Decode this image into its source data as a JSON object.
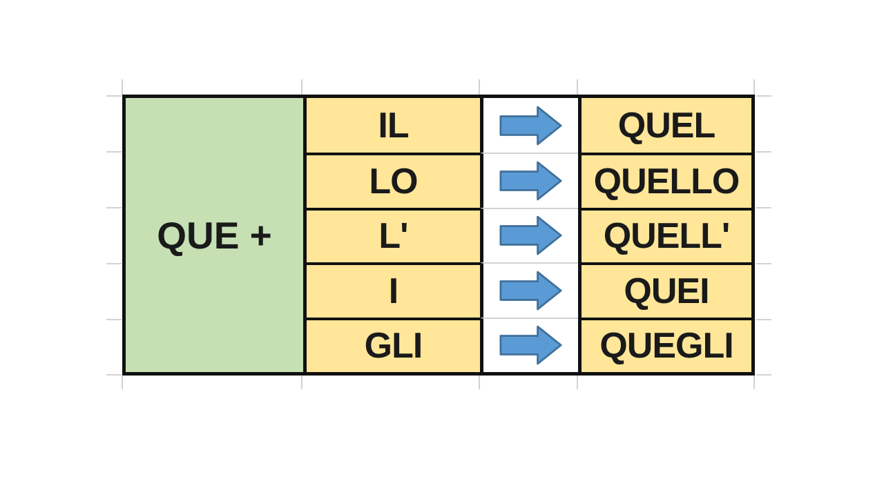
{
  "colors": {
    "prefix_bg": "#C6E0B4",
    "cell_bg": "#FFE699",
    "arrow_fill": "#5B9BD5",
    "arrow_stroke": "#41719C",
    "border": "#111111",
    "gridline": "#d2d2d2",
    "text": "#1a1a1a"
  },
  "icons": {
    "right_arrow": "➡"
  },
  "table": {
    "prefix_label": "QUE +",
    "rows": [
      {
        "article": "IL",
        "result": "QUEL"
      },
      {
        "article": "LO",
        "result": "QUELLO"
      },
      {
        "article": "L'",
        "result": "QUELL'"
      },
      {
        "article": "I",
        "result": "QUEI"
      },
      {
        "article": "GLI",
        "result": "QUEGLI"
      }
    ]
  }
}
